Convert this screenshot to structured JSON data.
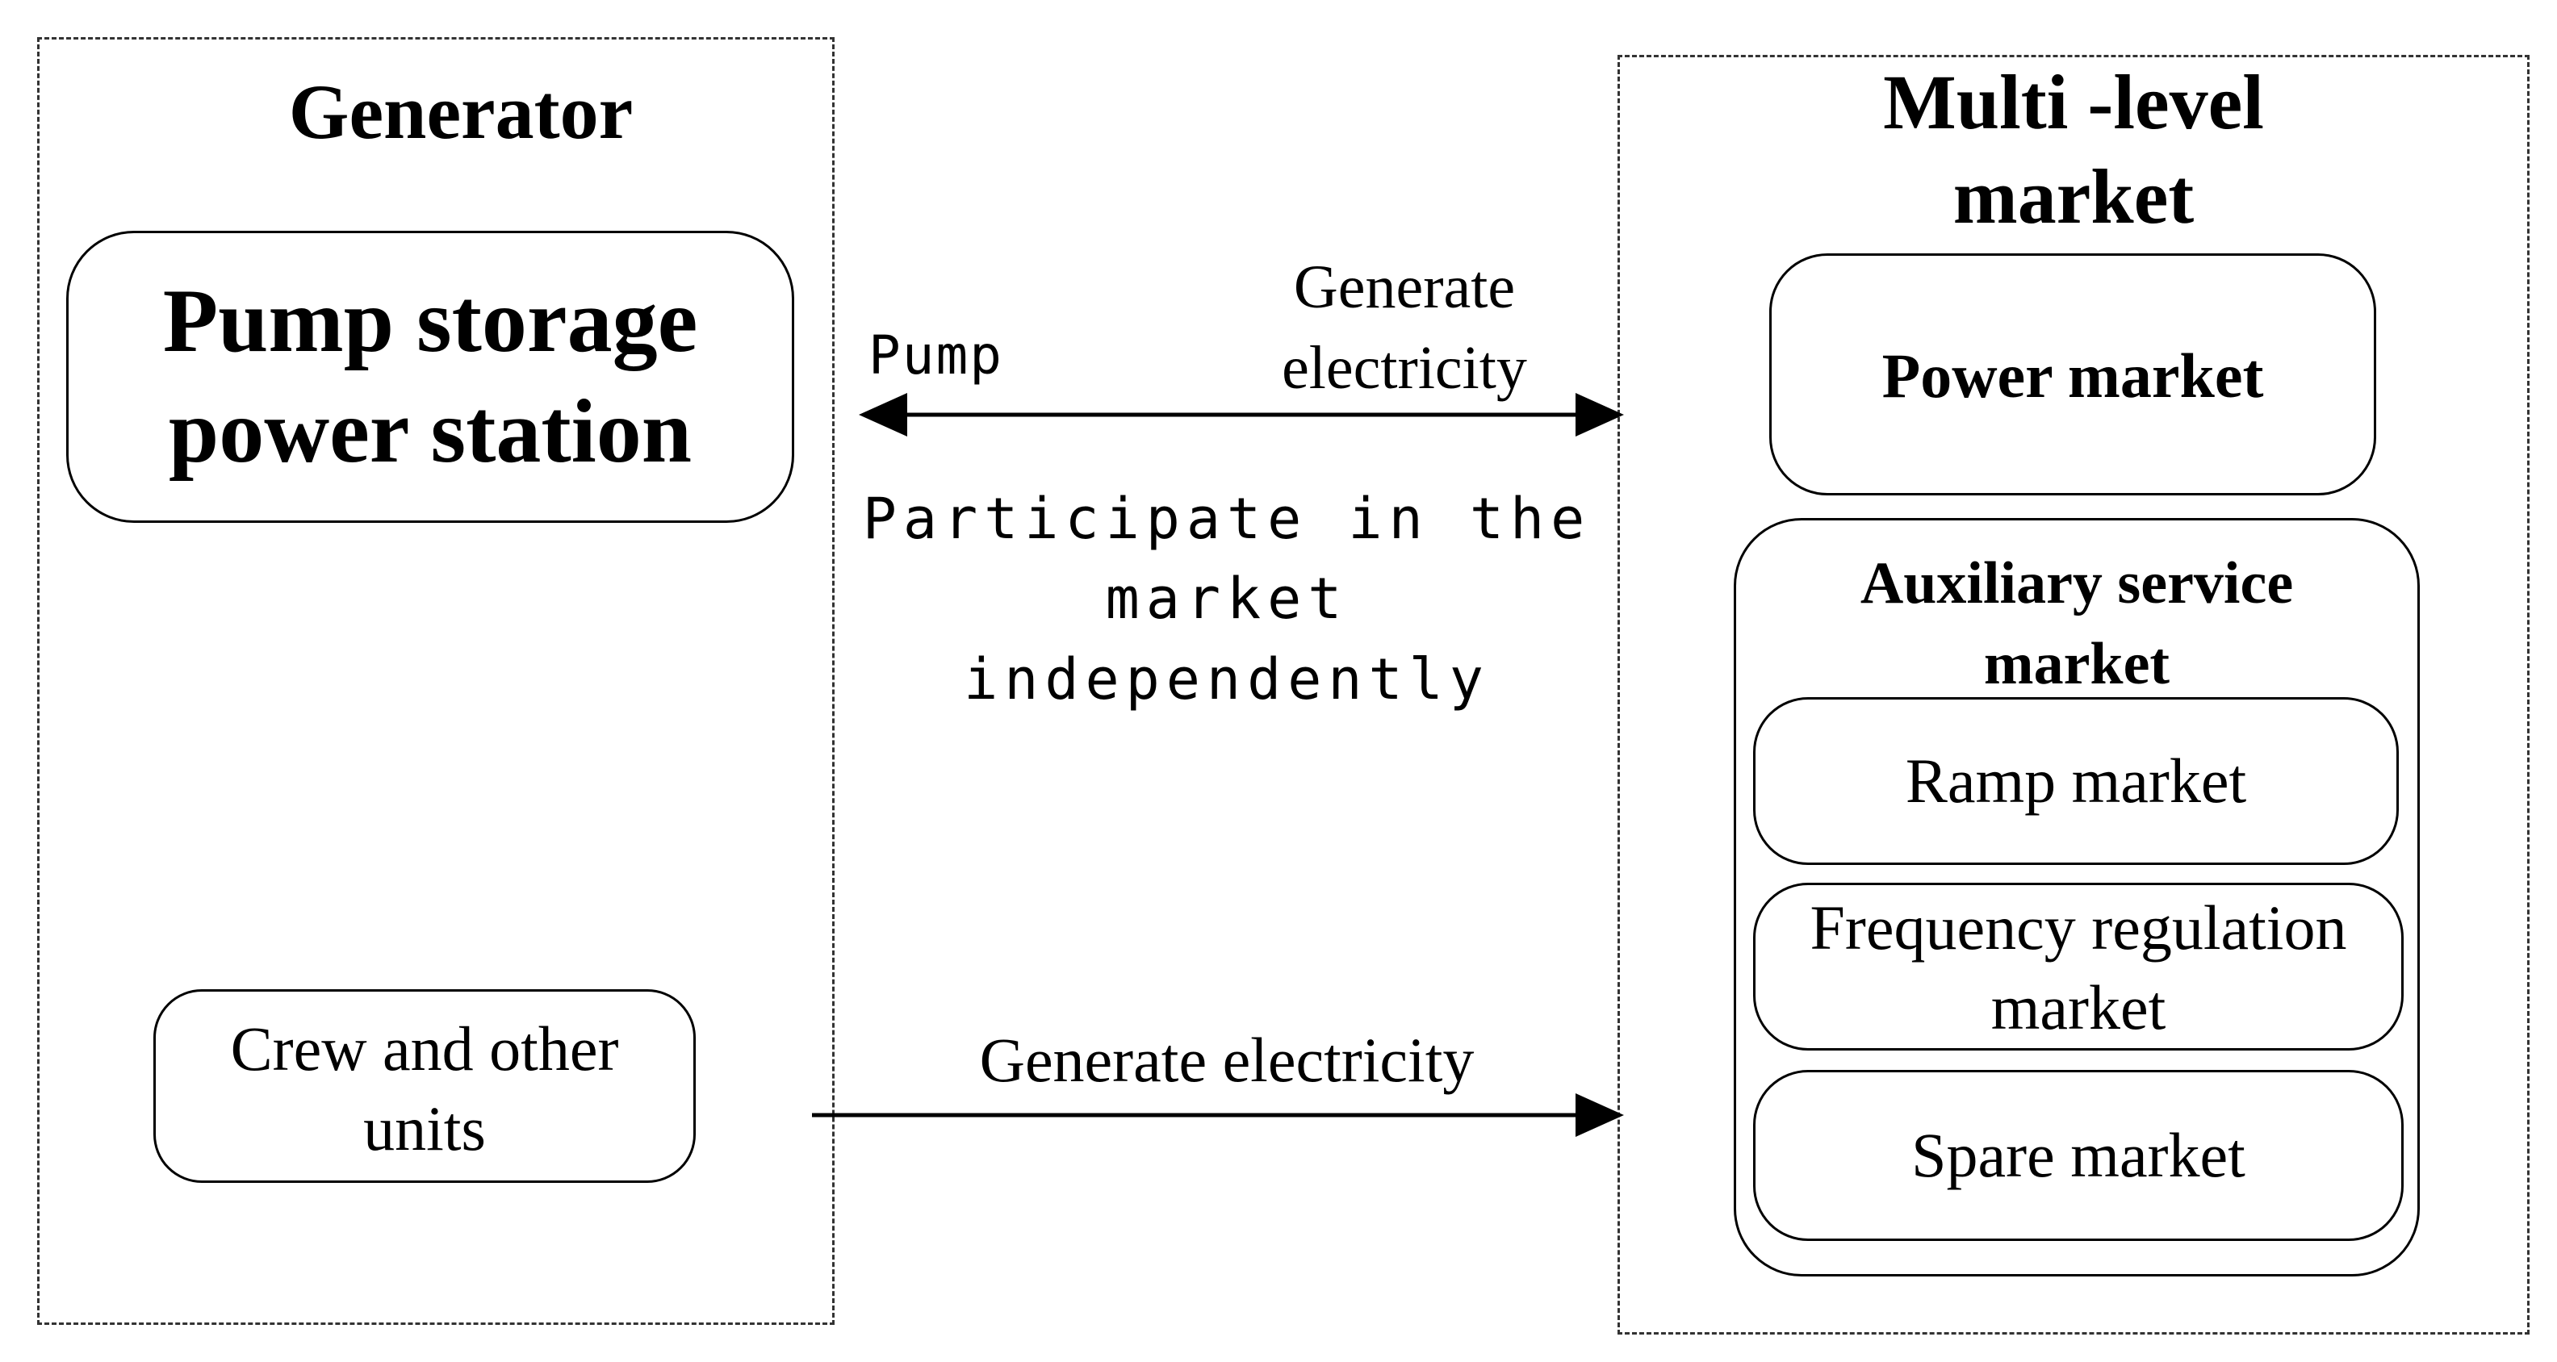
{
  "generator": {
    "title": "Generator",
    "pump_station": "Pump storage\npower station",
    "crew_units": "Crew and other\nunits"
  },
  "arrows": {
    "top_left_label": "Pump",
    "top_right_label": "Generate\nelectricity",
    "top_under_label": "Participate in the\nmarket independently",
    "bottom_label": "Generate electricity"
  },
  "market": {
    "title": "Multi -level\nmarket",
    "power_market": "Power market",
    "auxiliary": {
      "title": "Auxiliary service\nmarket",
      "items": [
        "Ramp market",
        "Frequency regulation\nmarket",
        "Spare market"
      ]
    }
  }
}
